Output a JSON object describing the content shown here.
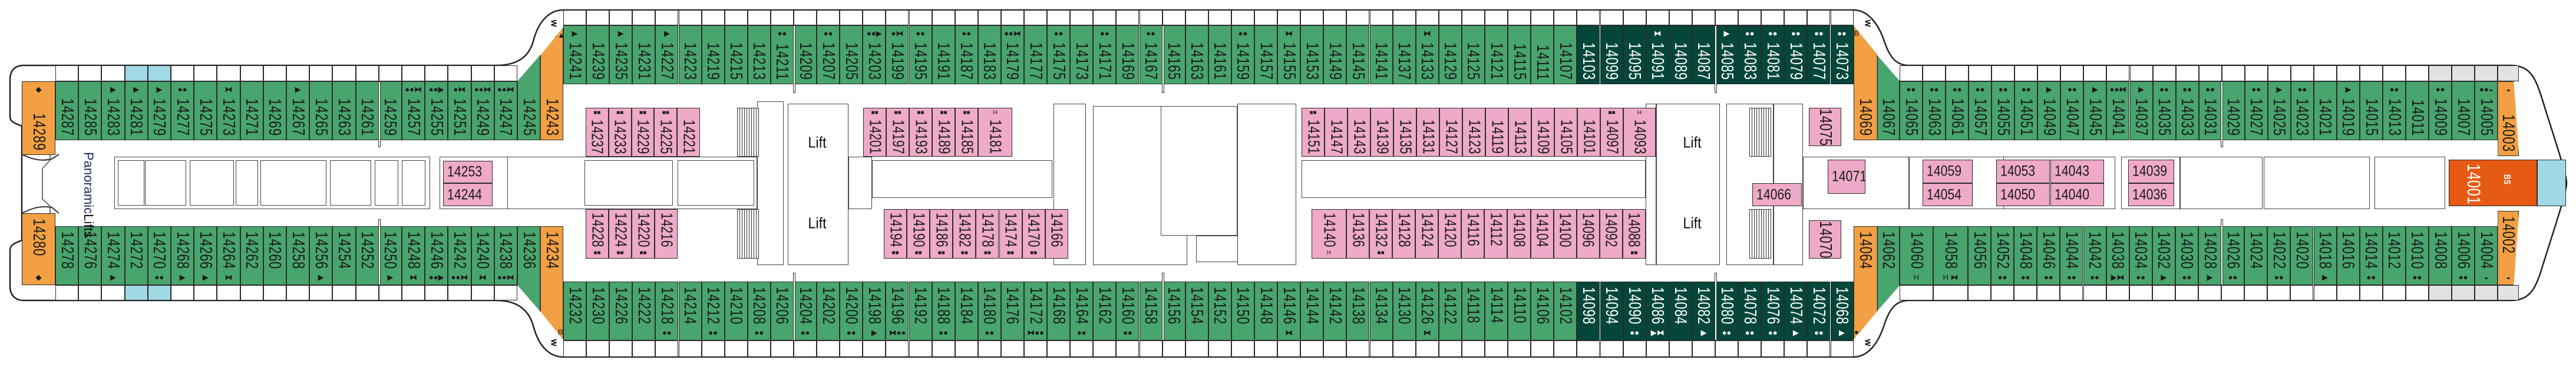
{
  "colors": {
    "green": "#48a56d",
    "dark": "#04463a",
    "orange": "#f2a043",
    "pink": "#eeaac8",
    "red": "#e65a14",
    "blue": "#a0d8e4",
    "grey": "#e2e2e2"
  },
  "labels": {
    "panoramic": "Panoramic",
    "lifts": "Lifts",
    "lift": "Lift",
    "w": "W",
    "bs": "BS"
  },
  "aft": {
    "top": [
      {
        "n": "14289",
        "c": "o",
        "s": "◆"
      },
      {
        "n": "14287",
        "c": "g",
        "s": ""
      },
      {
        "n": "14285",
        "c": "g",
        "s": ""
      },
      {
        "n": "14283",
        "c": "g",
        "s": "▶"
      },
      {
        "n": "14281",
        "c": "g",
        "s": "▶",
        "bal": "b"
      },
      {
        "n": "14279",
        "c": "g",
        "s": "▶",
        "bal": "b"
      },
      {
        "n": "14277",
        "c": "g",
        "s": "●●"
      },
      {
        "n": "14275",
        "c": "g",
        "s": ""
      },
      {
        "n": "14273",
        "c": "g",
        "s": "⧓"
      },
      {
        "n": "14271",
        "c": "g",
        "s": ""
      },
      {
        "n": "14269",
        "c": "g",
        "s": ""
      },
      {
        "n": "14267",
        "c": "g",
        "s": "▶"
      },
      {
        "n": "14265",
        "c": "g",
        "s": ""
      },
      {
        "n": "14263",
        "c": "g",
        "s": ""
      },
      {
        "n": "14261",
        "c": "g",
        "s": ""
      },
      {
        "n": "14259",
        "c": "g",
        "s": ""
      },
      {
        "n": "14257",
        "c": "g",
        "s": "●●⧓"
      },
      {
        "n": "14255",
        "c": "g",
        "s": "●●▶"
      },
      {
        "n": "14251",
        "c": "g",
        "s": "●⧓"
      },
      {
        "n": "14249",
        "c": "g",
        "s": "●●⧓"
      },
      {
        "n": "14247",
        "c": "g",
        "s": "●●⧓"
      },
      {
        "n": "14245",
        "c": "g",
        "s": ""
      },
      {
        "n": "14243",
        "c": "o",
        "s": "B ●●▲"
      }
    ],
    "bottom": [
      {
        "n": "14280",
        "c": "o",
        "s": "◆"
      },
      {
        "n": "14278",
        "c": "g",
        "s": ""
      },
      {
        "n": "14276",
        "c": "g",
        "s": ""
      },
      {
        "n": "14274",
        "c": "g",
        "s": "▶"
      },
      {
        "n": "14272",
        "c": "g",
        "s": "",
        "bal": "b"
      },
      {
        "n": "14270",
        "c": "g",
        "s": "●●",
        "bal": "b"
      },
      {
        "n": "14268",
        "c": "g",
        "s": "▶"
      },
      {
        "n": "14266",
        "c": "g",
        "s": "▶"
      },
      {
        "n": "14264",
        "c": "g",
        "s": "⧓"
      },
      {
        "n": "14262",
        "c": "g",
        "s": ""
      },
      {
        "n": "14260",
        "c": "g",
        "s": ""
      },
      {
        "n": "14258",
        "c": "g",
        "s": ""
      },
      {
        "n": "14256",
        "c": "g",
        "s": "▶"
      },
      {
        "n": "14254",
        "c": "g",
        "s": ""
      },
      {
        "n": "14252",
        "c": "g",
        "s": ""
      },
      {
        "n": "14250",
        "c": "g",
        "s": "▶"
      },
      {
        "n": "14248",
        "c": "g",
        "s": "⧓"
      },
      {
        "n": "14246",
        "c": "g",
        "s": "●●▶"
      },
      {
        "n": "14242",
        "c": "g",
        "s": "●●⧓"
      },
      {
        "n": "14240",
        "c": "g",
        "s": "⧓"
      },
      {
        "n": "14238",
        "c": "g",
        "s": "●●⧓"
      },
      {
        "n": "14236",
        "c": "g",
        "s": ""
      },
      {
        "n": "14234",
        "c": "o",
        "s": "●●▲B"
      }
    ]
  },
  "mid": {
    "top": [
      {
        "n": "14241",
        "c": "g",
        "s": "▶"
      },
      {
        "n": "14239",
        "c": "g",
        "s": ""
      },
      {
        "n": "14235",
        "c": "g",
        "s": "▶"
      },
      {
        "n": "14231",
        "c": "g",
        "s": ""
      },
      {
        "n": "14227",
        "c": "g",
        "s": "▶"
      },
      {
        "n": "14223",
        "c": "g",
        "s": ""
      },
      {
        "n": "14219",
        "c": "g",
        "s": ""
      },
      {
        "n": "14215",
        "c": "g",
        "s": ""
      },
      {
        "n": "14213",
        "c": "g",
        "s": ""
      },
      {
        "n": "14211",
        "c": "g",
        "s": "●●"
      },
      {
        "n": "14209",
        "c": "g",
        "s": ""
      },
      {
        "n": "14207",
        "c": "g",
        "s": "●●"
      },
      {
        "n": "14205",
        "c": "g",
        "s": ""
      },
      {
        "n": "14203",
        "c": "g",
        "s": "●●▶"
      },
      {
        "n": "14199",
        "c": "g",
        "s": "●⧓"
      },
      {
        "n": "14195",
        "c": "g",
        "s": "●●"
      },
      {
        "n": "14191",
        "c": "g",
        "s": ""
      },
      {
        "n": "14187",
        "c": "g",
        "s": "●●"
      },
      {
        "n": "14183",
        "c": "g",
        "s": ""
      },
      {
        "n": "14179",
        "c": "g",
        "s": "●●⧓"
      },
      {
        "n": "14177",
        "c": "g",
        "s": ""
      },
      {
        "n": "14175",
        "c": "g",
        "s": "●●"
      },
      {
        "n": "14173",
        "c": "g",
        "s": ""
      },
      {
        "n": "14171",
        "c": "g",
        "s": "●●"
      },
      {
        "n": "14169",
        "c": "g",
        "s": ""
      },
      {
        "n": "14167",
        "c": "g",
        "s": "●●"
      },
      {
        "n": "14165",
        "c": "g",
        "s": ""
      },
      {
        "n": "14163",
        "c": "g",
        "s": ""
      },
      {
        "n": "14161",
        "c": "g",
        "s": ""
      },
      {
        "n": "14159",
        "c": "g",
        "s": "●●"
      },
      {
        "n": "14157",
        "c": "g",
        "s": ""
      },
      {
        "n": "14155",
        "c": "g",
        "s": "⧓"
      },
      {
        "n": "14153",
        "c": "g",
        "s": ""
      },
      {
        "n": "14149",
        "c": "g",
        "s": ""
      },
      {
        "n": "14145",
        "c": "g",
        "s": ""
      },
      {
        "n": "14141",
        "c": "g",
        "s": ""
      },
      {
        "n": "14137",
        "c": "g",
        "s": ""
      },
      {
        "n": "14133",
        "c": "g",
        "s": "⧓"
      },
      {
        "n": "14129",
        "c": "g",
        "s": ""
      },
      {
        "n": "14125",
        "c": "g",
        "s": ""
      },
      {
        "n": "14121",
        "c": "g",
        "s": ""
      },
      {
        "n": "14115",
        "c": "g",
        "s": ""
      },
      {
        "n": "14111",
        "c": "g",
        "s": ""
      },
      {
        "n": "14107",
        "c": "g",
        "s": ""
      },
      {
        "n": "14103",
        "c": "d",
        "s": ""
      },
      {
        "n": "14099",
        "c": "d",
        "s": ""
      },
      {
        "n": "14095",
        "c": "d",
        "s": ""
      },
      {
        "n": "14091",
        "c": "d",
        "s": "⧓"
      },
      {
        "n": "14089",
        "c": "d",
        "s": ""
      },
      {
        "n": "14087",
        "c": "d",
        "s": ""
      },
      {
        "n": "14085",
        "c": "d",
        "s": "▶"
      },
      {
        "n": "14083",
        "c": "d",
        "s": "●●"
      },
      {
        "n": "14081",
        "c": "d",
        "s": "●●"
      },
      {
        "n": "14079",
        "c": "d",
        "s": "●●"
      },
      {
        "n": "14077",
        "c": "d",
        "s": "●●"
      },
      {
        "n": "14073",
        "c": "d",
        "s": "●●"
      },
      {
        "n": "14069",
        "c": "o",
        "s": "B ●●▲"
      }
    ],
    "bottom": [
      {
        "n": "14232",
        "c": "g",
        "s": ""
      },
      {
        "n": "14230",
        "c": "g",
        "s": ""
      },
      {
        "n": "14226",
        "c": "g",
        "s": ""
      },
      {
        "n": "14222",
        "c": "g",
        "s": ""
      },
      {
        "n": "14218",
        "c": "g",
        "s": "●●"
      },
      {
        "n": "14214",
        "c": "g",
        "s": ""
      },
      {
        "n": "14212",
        "c": "g",
        "s": "●●"
      },
      {
        "n": "14210",
        "c": "g",
        "s": ""
      },
      {
        "n": "14208",
        "c": "g",
        "s": "●●"
      },
      {
        "n": "14206",
        "c": "g",
        "s": ""
      },
      {
        "n": "14204",
        "c": "g",
        "s": "●●"
      },
      {
        "n": "14202",
        "c": "g",
        "s": ""
      },
      {
        "n": "14200",
        "c": "g",
        "s": "●●"
      },
      {
        "n": "14198",
        "c": "g",
        "s": "▶"
      },
      {
        "n": "14196",
        "c": "g",
        "s": "⧓●●"
      },
      {
        "n": "14192",
        "c": "g",
        "s": ""
      },
      {
        "n": "14188",
        "c": "g",
        "s": "●●"
      },
      {
        "n": "14184",
        "c": "g",
        "s": ""
      },
      {
        "n": "14180",
        "c": "g",
        "s": "●●"
      },
      {
        "n": "14176",
        "c": "g",
        "s": ""
      },
      {
        "n": "14172",
        "c": "g",
        "s": "⧓●●"
      },
      {
        "n": "14168",
        "c": "g",
        "s": ""
      },
      {
        "n": "14164",
        "c": "g",
        "s": "●●"
      },
      {
        "n": "14162",
        "c": "g",
        "s": ""
      },
      {
        "n": "14160",
        "c": "g",
        "s": "●●"
      },
      {
        "n": "14158",
        "c": "g",
        "s": ""
      },
      {
        "n": "14156",
        "c": "g",
        "s": ""
      },
      {
        "n": "14154",
        "c": "g",
        "s": ""
      },
      {
        "n": "14152",
        "c": "g",
        "s": ""
      },
      {
        "n": "14150",
        "c": "g",
        "s": ""
      },
      {
        "n": "14148",
        "c": "g",
        "s": ""
      },
      {
        "n": "14146",
        "c": "g",
        "s": "⧓"
      },
      {
        "n": "14144",
        "c": "g",
        "s": ""
      },
      {
        "n": "14142",
        "c": "g",
        "s": ""
      },
      {
        "n": "14138",
        "c": "g",
        "s": ""
      },
      {
        "n": "14134",
        "c": "g",
        "s": ""
      },
      {
        "n": "14130",
        "c": "g",
        "s": ""
      },
      {
        "n": "14126",
        "c": "g",
        "s": "⧓"
      },
      {
        "n": "14122",
        "c": "g",
        "s": ""
      },
      {
        "n": "14118",
        "c": "g",
        "s": ""
      },
      {
        "n": "14114",
        "c": "g",
        "s": ""
      },
      {
        "n": "14110",
        "c": "g",
        "s": ""
      },
      {
        "n": "14106",
        "c": "g",
        "s": ""
      },
      {
        "n": "14102",
        "c": "g",
        "s": ""
      },
      {
        "n": "14098",
        "c": "d",
        "s": ""
      },
      {
        "n": "14094",
        "c": "d",
        "s": ""
      },
      {
        "n": "14090",
        "c": "d",
        "s": "●●"
      },
      {
        "n": "14086",
        "c": "d",
        "s": "▶⧓"
      },
      {
        "n": "14084",
        "c": "d",
        "s": ""
      },
      {
        "n": "14082",
        "c": "d",
        "s": "▶"
      },
      {
        "n": "14080",
        "c": "d",
        "s": "●●"
      },
      {
        "n": "14078",
        "c": "d",
        "s": "●●"
      },
      {
        "n": "14076",
        "c": "d",
        "s": "●●"
      },
      {
        "n": "14074",
        "c": "d",
        "s": "▶"
      },
      {
        "n": "14072",
        "c": "d",
        "s": "●●"
      },
      {
        "n": "14068",
        "c": "d",
        "s": "▶"
      },
      {
        "n": "14064",
        "c": "o",
        "s": "●●▲B"
      }
    ]
  },
  "fwd": {
    "top": [
      {
        "n": "14067",
        "c": "g",
        "s": ""
      },
      {
        "n": "14065",
        "c": "g",
        "s": "●●"
      },
      {
        "n": "14063",
        "c": "g",
        "s": "●●"
      },
      {
        "n": "14061",
        "c": "g",
        "s": "●●"
      },
      {
        "n": "14057",
        "c": "g",
        "s": "●●"
      },
      {
        "n": "14055",
        "c": "g",
        "s": "●●"
      },
      {
        "n": "14051",
        "c": "g",
        "s": "●●"
      },
      {
        "n": "14049",
        "c": "g",
        "s": "▶"
      },
      {
        "n": "14047",
        "c": "g",
        "s": "●●"
      },
      {
        "n": "14045",
        "c": "g",
        "s": "▶"
      },
      {
        "n": "14041",
        "c": "g",
        "s": "●●⧓"
      },
      {
        "n": "14037",
        "c": "g",
        "s": "▶"
      },
      {
        "n": "14035",
        "c": "g",
        "s": "●●"
      },
      {
        "n": "14033",
        "c": "g",
        "s": "●●"
      },
      {
        "n": "14031",
        "c": "g",
        "s": "●●"
      },
      {
        "n": "14029",
        "c": "g",
        "s": ""
      },
      {
        "n": "14027",
        "c": "g",
        "s": "●●"
      },
      {
        "n": "14025",
        "c": "g",
        "s": "▶"
      },
      {
        "n": "14023",
        "c": "g",
        "s": "●●"
      },
      {
        "n": "14021",
        "c": "g",
        "s": ""
      },
      {
        "n": "14019",
        "c": "g",
        "s": "▶"
      },
      {
        "n": "14015",
        "c": "g",
        "s": ""
      },
      {
        "n": "14013",
        "c": "g",
        "s": "●●"
      },
      {
        "n": "14011",
        "c": "g",
        "s": ""
      },
      {
        "n": "14009",
        "c": "g",
        "s": "●●",
        "bal": "g"
      },
      {
        "n": "14007",
        "c": "g",
        "s": "",
        "bal": "g"
      },
      {
        "n": "14005",
        "c": "g",
        "s": "●●◒",
        "bal": "g"
      },
      {
        "n": "14003",
        "c": "o",
        "s": "◒",
        "bal": "g"
      }
    ],
    "bottom": [
      {
        "n": "14062",
        "c": "g",
        "s": "⧓"
      },
      {
        "n": "14060",
        "c": "g",
        "s": "H"
      },
      {
        "n": "14058",
        "c": "g",
        "s": "H ⧓"
      },
      {
        "n": "14056",
        "c": "g",
        "s": ""
      },
      {
        "n": "14052",
        "c": "g",
        "s": "●●"
      },
      {
        "n": "14048",
        "c": "g",
        "s": "●●"
      },
      {
        "n": "14046",
        "c": "g",
        "s": "●●"
      },
      {
        "n": "14044",
        "c": "g",
        "s": "●●"
      },
      {
        "n": "14042",
        "c": "g",
        "s": "●●"
      },
      {
        "n": "14038",
        "c": "g",
        "s": "▶⧓"
      },
      {
        "n": "14034",
        "c": "g",
        "s": "●●"
      },
      {
        "n": "14032",
        "c": "g",
        "s": "▶"
      },
      {
        "n": "14030",
        "c": "g",
        "s": "●●"
      },
      {
        "n": "14028",
        "c": "g",
        "s": "▶"
      },
      {
        "n": "14026",
        "c": "g",
        "s": "●●"
      },
      {
        "n": "14024",
        "c": "g",
        "s": ""
      },
      {
        "n": "14022",
        "c": "g",
        "s": "●●"
      },
      {
        "n": "14020",
        "c": "g",
        "s": ""
      },
      {
        "n": "14018",
        "c": "g",
        "s": "▶"
      },
      {
        "n": "14016",
        "c": "g",
        "s": ""
      },
      {
        "n": "14014",
        "c": "g",
        "s": "●●"
      },
      {
        "n": "14012",
        "c": "g",
        "s": ""
      },
      {
        "n": "14010",
        "c": "g",
        "s": "●●"
      },
      {
        "n": "14008",
        "c": "g",
        "s": "",
        "bal": "g"
      },
      {
        "n": "14006",
        "c": "g",
        "s": "●●",
        "bal": "g"
      },
      {
        "n": "14004",
        "c": "g",
        "s": "◒",
        "bal": "g"
      },
      {
        "n": "14002",
        "c": "o",
        "s": "◒",
        "bal": "g"
      }
    ]
  },
  "inside": {
    "top_aft": [
      {
        "n": "14237",
        "s": "■■"
      },
      {
        "n": "14233",
        "s": "■■"
      },
      {
        "n": "14229",
        "s": "■■"
      },
      {
        "n": "14225",
        "s": "■■"
      },
      {
        "n": "14221",
        "s": ""
      }
    ],
    "top_mid": [
      {
        "n": "14201",
        "s": "■■"
      },
      {
        "n": "14197",
        "s": "■■"
      },
      {
        "n": "14193",
        "s": "■■"
      },
      {
        "n": "14189",
        "s": "■■"
      },
      {
        "n": "14185",
        "s": "■■"
      },
      {
        "n": "14181",
        "s": "H"
      }
    ],
    "top_fwd": [
      {
        "n": "14151",
        "s": "■■"
      },
      {
        "n": "14147",
        "s": ""
      },
      {
        "n": "14143",
        "s": ""
      },
      {
        "n": "14139",
        "s": ""
      },
      {
        "n": "14135",
        "s": ""
      },
      {
        "n": "14131",
        "s": ""
      },
      {
        "n": "14127",
        "s": ""
      },
      {
        "n": "14123",
        "s": ""
      },
      {
        "n": "14119",
        "s": ""
      },
      {
        "n": "14113",
        "s": ""
      },
      {
        "n": "14109",
        "s": ""
      },
      {
        "n": "14105",
        "s": ""
      },
      {
        "n": "14101",
        "s": ""
      },
      {
        "n": "14097",
        "s": "■■"
      },
      {
        "n": "14093",
        "s": "H"
      }
    ],
    "bot_aft": [
      {
        "n": "14228",
        "s": "■■"
      },
      {
        "n": "14224",
        "s": "■■"
      },
      {
        "n": "14220",
        "s": "■■"
      },
      {
        "n": "14216",
        "s": ""
      }
    ],
    "bot_mid": [
      {
        "n": "14194",
        "s": "■■"
      },
      {
        "n": "14190",
        "s": "■■"
      },
      {
        "n": "14186",
        "s": "■■"
      },
      {
        "n": "14182",
        "s": "■■"
      },
      {
        "n": "14178",
        "s": "■■"
      },
      {
        "n": "14174",
        "s": "■■"
      },
      {
        "n": "14170",
        "s": "■■"
      },
      {
        "n": "14166",
        "s": ""
      }
    ],
    "bot_fwd": [
      {
        "n": "14140",
        "s": "H"
      },
      {
        "n": "14136",
        "s": ""
      },
      {
        "n": "14132",
        "s": "■■"
      },
      {
        "n": "14128",
        "s": ""
      },
      {
        "n": "14124",
        "s": ""
      },
      {
        "n": "14120",
        "s": ""
      },
      {
        "n": "14116",
        "s": ""
      },
      {
        "n": "14112",
        "s": ""
      },
      {
        "n": "14108",
        "s": ""
      },
      {
        "n": "14104",
        "s": ""
      },
      {
        "n": "14100",
        "s": ""
      },
      {
        "n": "14096",
        "s": ""
      },
      {
        "n": "14092",
        "s": ""
      },
      {
        "n": "14088",
        "s": "■■"
      }
    ],
    "singles_h": [
      "14253",
      "14244",
      "14066",
      "14071",
      "14059",
      "14054",
      "14053",
      "14050",
      "14043",
      "14040",
      "14039",
      "14036"
    ],
    "singles_v": [
      "14075",
      "14070"
    ],
    "suite": "14001"
  }
}
